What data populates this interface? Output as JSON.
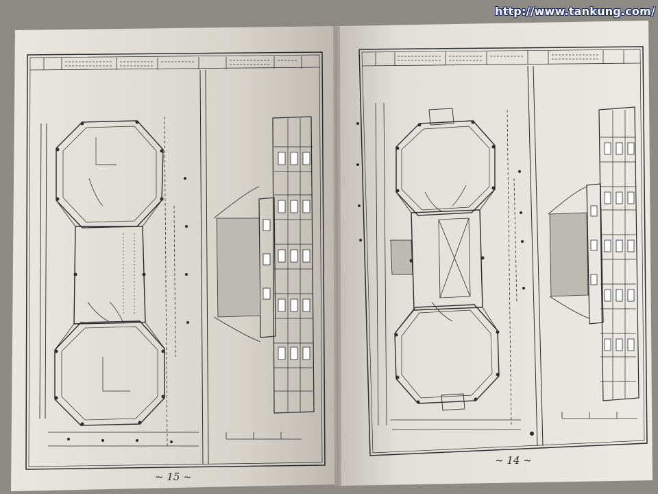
{
  "watermark": "http://www.tankung.com/",
  "pages": {
    "left": {
      "page_number": "~ 15 ~"
    },
    "right": {
      "page_number": "~ 14 ~"
    }
  },
  "colors": {
    "table": "#8f8b84",
    "paper": "#e8e6df",
    "ink": "#2b2b2b",
    "watermark_text": "#ffffff",
    "watermark_outline": "#1b2a6a"
  }
}
